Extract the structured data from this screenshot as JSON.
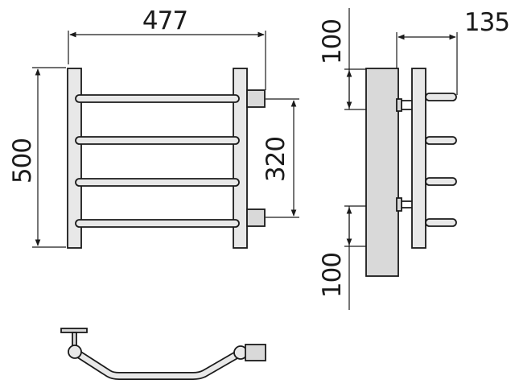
{
  "dimensions": {
    "width": "477",
    "height": "500",
    "connection_spacing": "320",
    "depth": "135",
    "top_offset": "100",
    "bottom_offset": "100"
  }
}
